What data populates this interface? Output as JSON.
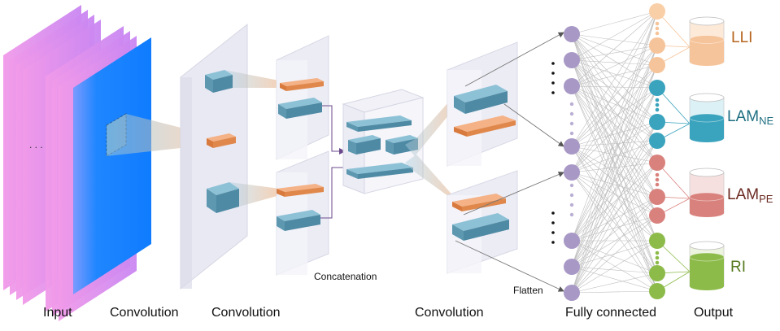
{
  "labels": {
    "input": "Input",
    "conv1": "Convolution",
    "conv2": "Convolution",
    "conv3": "Convolution",
    "fc": "Fully connected",
    "output": "Output",
    "concatenation": "Concatenation",
    "flatten": "Flatten",
    "input_dots": ". . ."
  },
  "outputs": [
    {
      "main": "LLI",
      "sub": "",
      "color": "#b5651d",
      "fill": "#f6c49a",
      "tint": "#fde9d8"
    },
    {
      "main": "LAM",
      "sub": "NE",
      "color": "#1f6f82",
      "fill": "#3aa3bd",
      "tint": "#dcf1f6"
    },
    {
      "main": "LAM",
      "sub": "PE",
      "color": "#6b2a22",
      "fill": "#d9827d",
      "tint": "#f6e0df"
    },
    {
      "main": "RI",
      "sub": "",
      "color": "#557a1f",
      "fill": "#8dbb4a",
      "tint": "#ecf3de"
    }
  ],
  "colors": {
    "input_pink": "#e58ae0",
    "input_blue": "#1e8bff",
    "box_face": "#ececf5",
    "feature_blue": "#5f9fb8",
    "feature_orange": "#e8935a",
    "neuron_purple": "#a898c6"
  }
}
